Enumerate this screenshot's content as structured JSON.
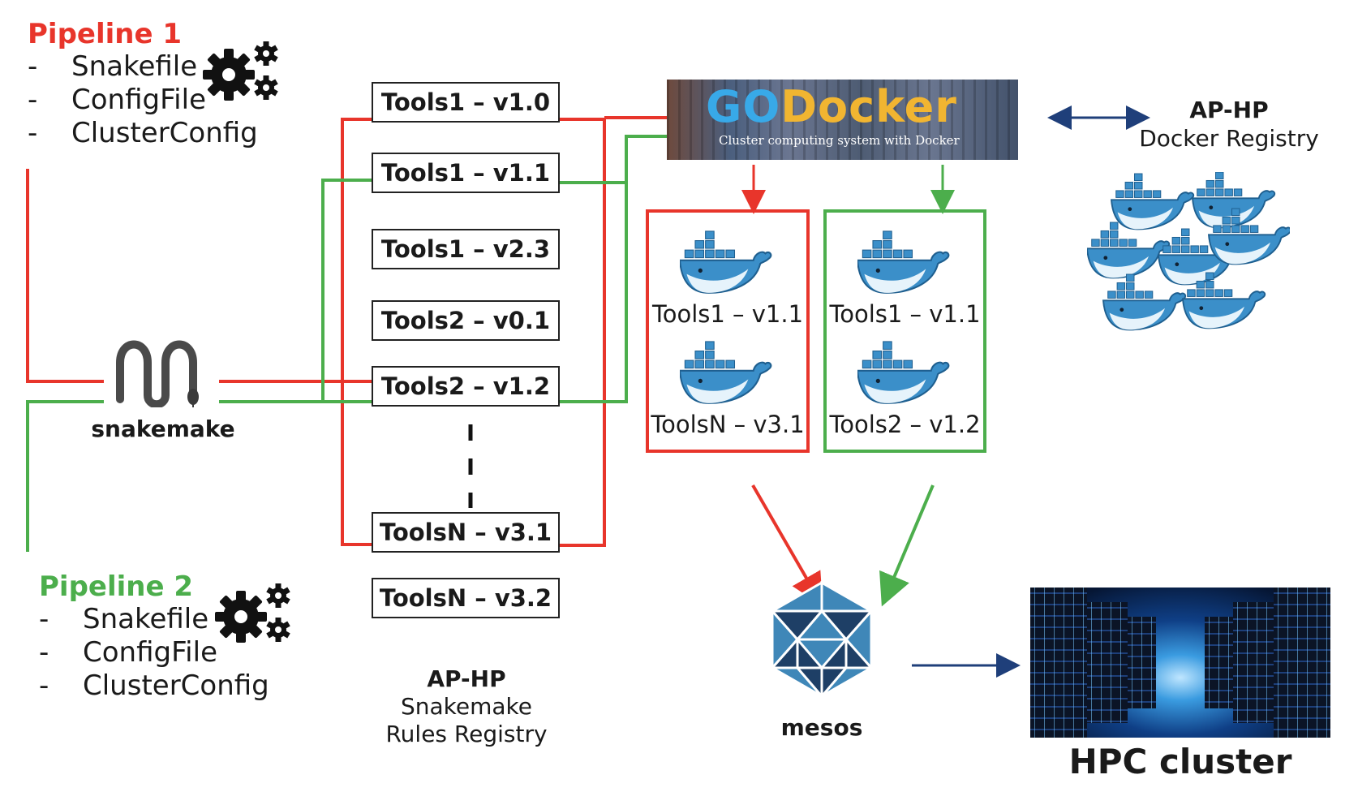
{
  "pipeline1": {
    "title": "Pipeline 1",
    "color": "#e8352b",
    "items": [
      "Snakefile",
      "ConfigFile",
      "ClusterConfig"
    ]
  },
  "pipeline2": {
    "title": "Pipeline 2",
    "color": "#4cae4c",
    "items": [
      "Snakefile",
      "ConfigFile",
      "ClusterConfig"
    ]
  },
  "bullet": "-",
  "snakemake": {
    "label": "snakemake"
  },
  "tools": [
    "Tools1 – v1.0",
    "Tools1 – v1.1",
    "Tools1 – v2.3",
    "Tools2 – v0.1",
    "Tools2 – v1.2",
    "ToolsN – v3.1",
    "ToolsN – v3.2"
  ],
  "rules_registry": {
    "title": "AP-HP",
    "line1": "Snakemake",
    "line2": "Rules Registry"
  },
  "godocker": {
    "logo_go": "GO",
    "logo_docker": "Docker",
    "tagline": "Cluster computing system with Docker"
  },
  "docker_registry": {
    "title": "AP-HP",
    "subtitle": "Docker Registry"
  },
  "red_containers": [
    "Tools1 – v1.1",
    "ToolsN – v3.1"
  ],
  "green_containers": [
    "Tools1 – v1.1",
    "Tools2 – v1.2"
  ],
  "mesos": {
    "label": "mesos"
  },
  "hpc": {
    "label": "HPC cluster"
  },
  "colors": {
    "red": "#e8352b",
    "green": "#4cae4c",
    "navy": "#1f3f7a",
    "docker_blue": "#2f8fd0"
  },
  "icons": [
    "gears-icon",
    "snakemake-icon",
    "docker-whale-icon",
    "mesos-icon",
    "server-room-image"
  ]
}
